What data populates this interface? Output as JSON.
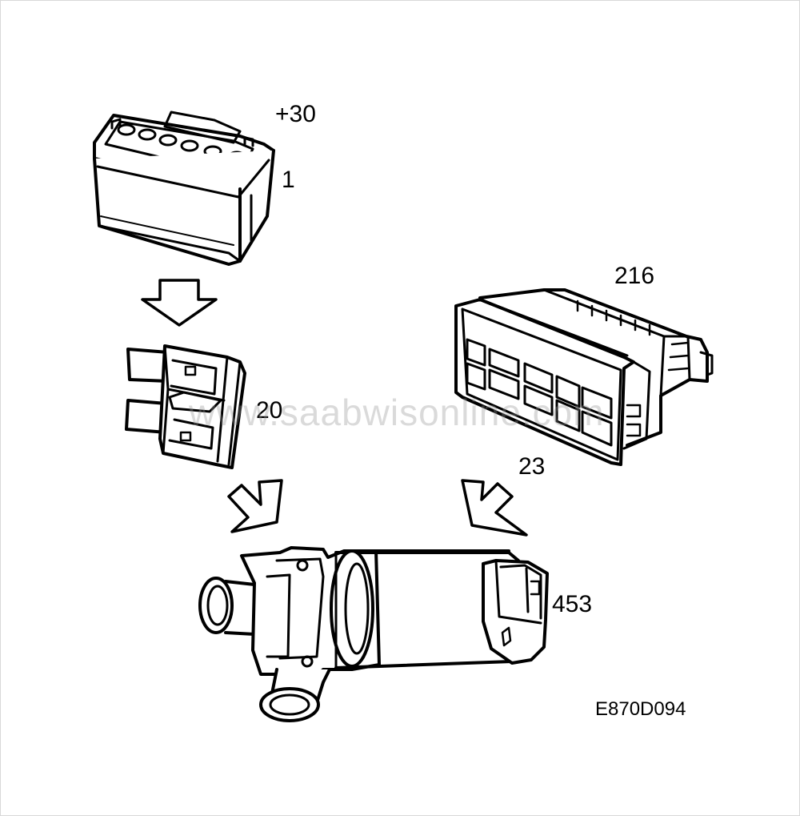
{
  "labels": {
    "battery_terminal": "+30",
    "battery": "1",
    "control_panel": "216",
    "fuse": "20",
    "control_panel_connection": "23",
    "pump": "453"
  },
  "figure_code": "E870D094",
  "watermark": "www.saabwisonline.com",
  "colors": {
    "line": "#000000",
    "background": "#ffffff",
    "watermark": "#969696"
  }
}
